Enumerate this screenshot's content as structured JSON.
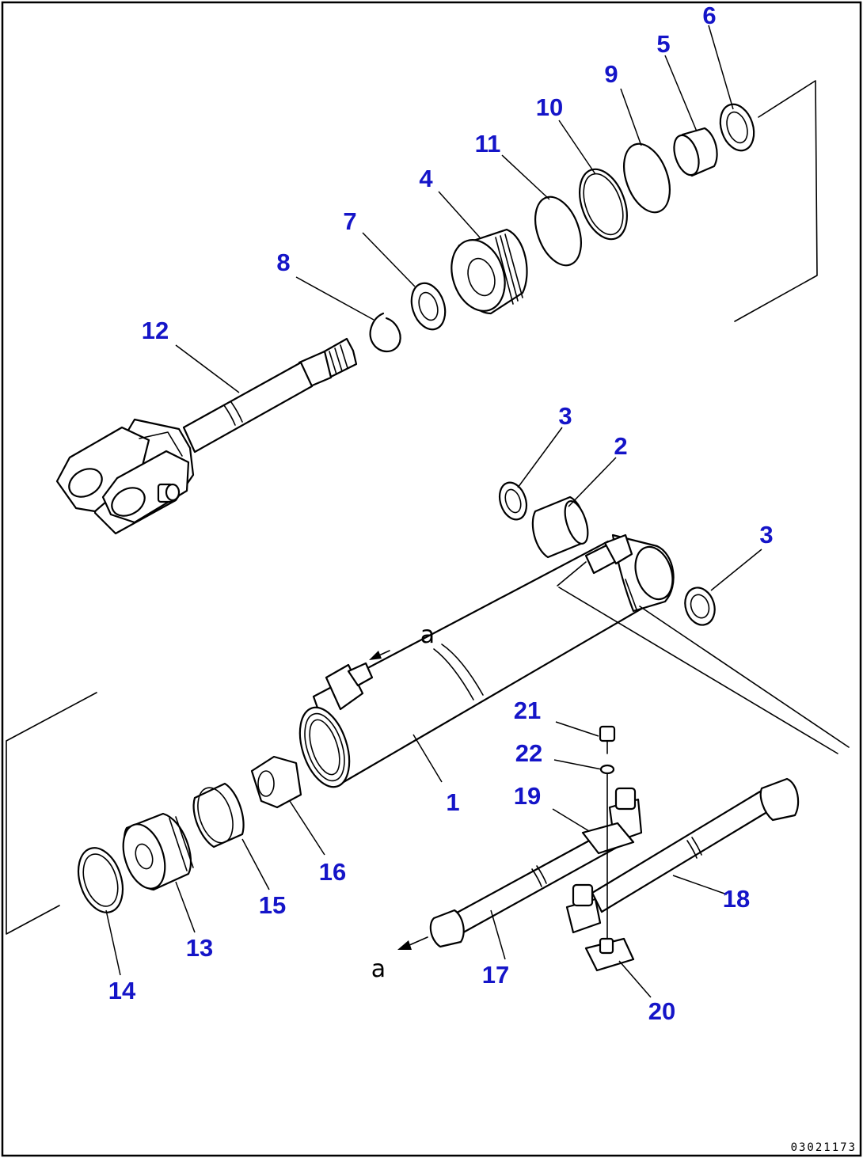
{
  "callouts": {
    "c1": "1",
    "c2": "2",
    "c3a": "3",
    "c3b": "3",
    "c4": "4",
    "c5": "5",
    "c6": "6",
    "c7": "7",
    "c8": "8",
    "c9": "9",
    "c10": "10",
    "c11": "11",
    "c12": "12",
    "c13": "13",
    "c14": "14",
    "c15": "15",
    "c16": "16",
    "c17": "17",
    "c18": "18",
    "c19": "19",
    "c20": "20",
    "c21": "21",
    "c22": "22"
  },
  "markers": {
    "upper": "a",
    "lower": "a"
  },
  "reference_code": "03021173",
  "colors": {
    "callout": "#1515c8",
    "linework": "#000000",
    "background": "#ffffff"
  }
}
